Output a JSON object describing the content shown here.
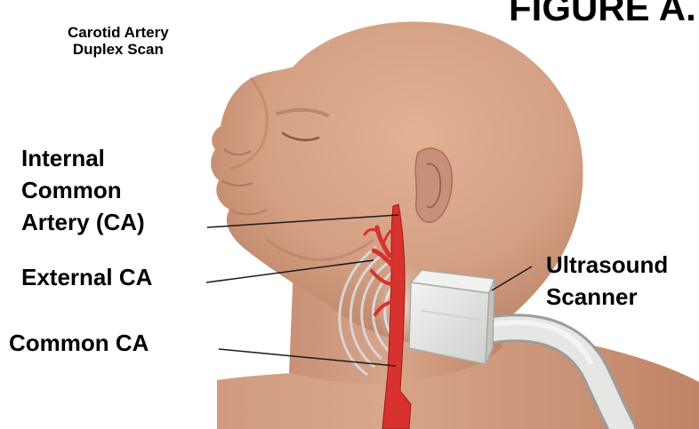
{
  "figure": {
    "heading_fragment": "FIGURE A.",
    "subtitle": [
      "Carotid Artery",
      "Duplex Scan"
    ],
    "labels": {
      "internal_ca": [
        "Internal",
        "Common",
        "Artery (CA)"
      ],
      "external_ca": "External CA",
      "common_ca": "Common CA",
      "scanner": [
        "Ultrasound",
        "Scanner"
      ]
    }
  },
  "colors": {
    "skin": "#d49f83",
    "skin_shadow": "#b57c61",
    "artery": "#d8322e",
    "probe": "#e3e3e1",
    "cable": "#cfcfcd",
    "leader": "#1a1a1a"
  }
}
